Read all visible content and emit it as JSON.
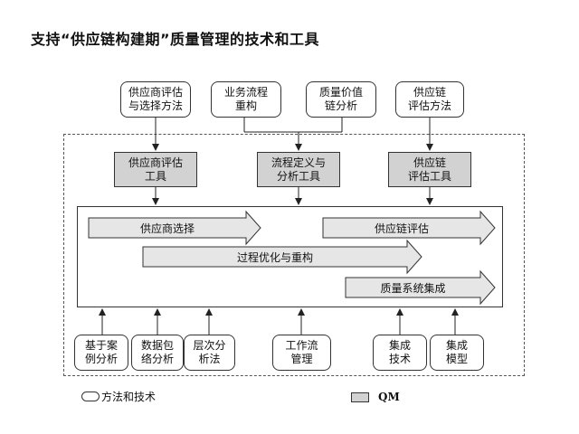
{
  "title": "支持“供应链构建期”质量管理的技术和工具",
  "top_methods": [
    "供应商评估\n与选择方法",
    "业务流程\n重构",
    "质量价值\n链分析",
    "供应链\n评估方法"
  ],
  "tools": [
    "供应商评估\n工具",
    "流程定义与\n分析工具",
    "供应链\n评估工具"
  ],
  "arrows": [
    "供应商选择",
    "供应链评估",
    "过程优化与重构",
    "质量系统集成"
  ],
  "bottom_methods": [
    "基于案\n例分析",
    "数据包\n络分析",
    "层次分\n析法",
    "工作流\n管理",
    "集成\n技术",
    "集成\n模型"
  ],
  "legend": {
    "methods_label": "方法和技术",
    "qm_label": "QM"
  },
  "colors": {
    "tool_fill": "#d2d2d2",
    "arrow_fill": "#e6e6e6",
    "stroke": "#333333"
  }
}
